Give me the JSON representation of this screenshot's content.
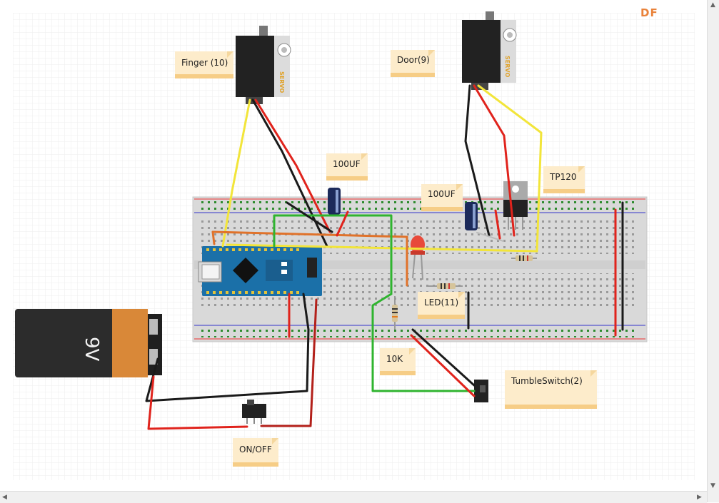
{
  "logo": "DF",
  "labels": {
    "finger": "Finger (10)",
    "door": "Door(9)",
    "cap1": "100UF",
    "cap2": "100UF",
    "tp120": "TP120",
    "led": "LED(11)",
    "resistor": "10K",
    "tumble": "TumbleSwitch(2)",
    "onoff": "ON/OFF"
  },
  "battery": {
    "label": "9V"
  },
  "servo": {
    "label": "SERVO"
  },
  "colors": {
    "red_wire": "#e0231c",
    "black_wire": "#1a1a1a",
    "yellow_wire": "#f2e53a",
    "green_wire": "#2fb42f",
    "orange_wire": "#e0722a",
    "arduino": "#1b70a8",
    "note": "#fdeccb",
    "logo": "#e9823a"
  }
}
